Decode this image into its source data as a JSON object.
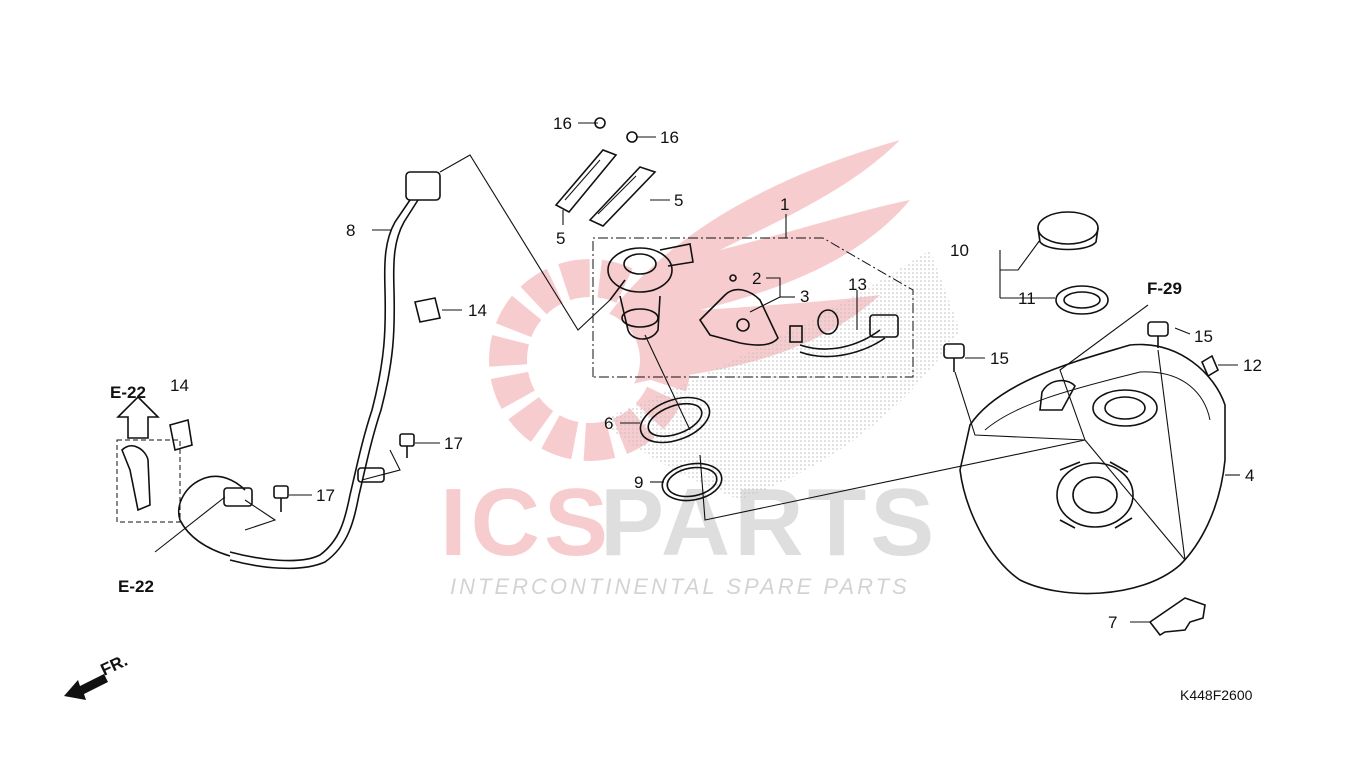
{
  "watermark": {
    "brand_part1": "ICS",
    "brand_part2": "PARTS",
    "tagline": "INTERCONTINENTAL SPARE PARTS",
    "colors": {
      "red": "#e8262f",
      "gray": "#9a9a9a"
    }
  },
  "callouts": {
    "p1": "1",
    "p2": "2",
    "p3": "3",
    "p4": "4",
    "p5a": "5",
    "p5b": "5",
    "p6": "6",
    "p7": "7",
    "p8": "8",
    "p9": "9",
    "p10": "10",
    "p11": "11",
    "p12": "12",
    "p13": "13",
    "p14a": "14",
    "p14b": "14",
    "p15a": "15",
    "p15b": "15",
    "p16a": "16",
    "p16b": "16",
    "p17a": "17",
    "p17b": "17"
  },
  "references": {
    "e22_top": "E-22",
    "e22_bottom": "E-22",
    "f29": "F-29"
  },
  "direction": {
    "front": "FR."
  },
  "diagram_code": "K448F2600"
}
